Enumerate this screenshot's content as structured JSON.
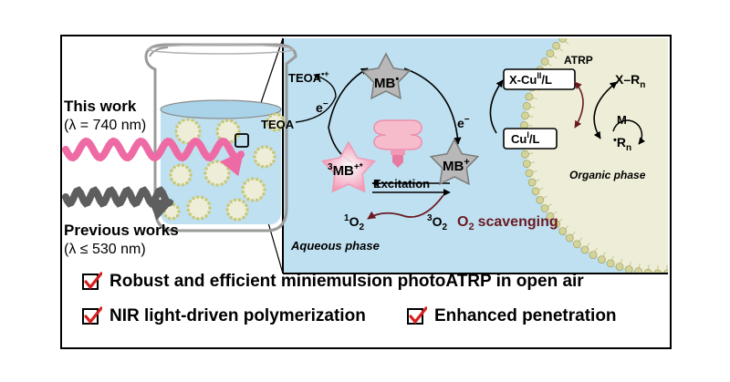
{
  "left": {
    "this_work": "This work",
    "this_work_wavelength": "(λ = 740 nm)",
    "previous_works": "Previous works",
    "previous_works_wavelength": "(λ ≤ 530 nm)"
  },
  "aqueous": {
    "phase_label": "Aqueous phase",
    "teoa_radical": "TEOA",
    "teoa_radical_charge": "•+",
    "teoa": "TEOA",
    "electron_left": "e",
    "electron_right": "e",
    "electron_sign": "−",
    "mb_radical": "MB",
    "mb_radical_dot": "•",
    "mb_plus": "MB",
    "mb_plus_charge": "+",
    "triplet_mb": "MB",
    "triplet_sup": "3",
    "triplet_charge": "+*",
    "excitation": "Excitation",
    "singlet_o2": "O",
    "singlet_sup": "1",
    "triplet_o2": "O",
    "triplet_o2_sup": "3",
    "o2_sub": "2",
    "o2_scavenging_o": "O",
    "o2_scavenging_sub": "2",
    "o2_scavenging": "scavenging"
  },
  "organic": {
    "phase_label": "Organic phase",
    "atrp": "ATRP",
    "cu2_prefix": "X-Cu",
    "cu2_sup": "II",
    "cu2_suffix": "/L",
    "cu1_prefix": "Cu",
    "cu1_sup": "I",
    "cu1_suffix": "/L",
    "xr": "X–R",
    "xr_sub": "n",
    "monomer": "M",
    "rn": "R",
    "rn_sub": "n",
    "rn_dot": "•"
  },
  "checks": {
    "item1": "Robust and efficient miniemulsion photoATRP in open air",
    "item2": "NIR light-driven polymerization",
    "item3": "Enhanced penetration"
  },
  "colors": {
    "water": "#bfe0f0",
    "organic": "#eeeed8",
    "star": "#b8b8b8",
    "pink_star": "#f7bccb",
    "pink_wave": "#ee6aa4",
    "gray_wave": "#5e5e5e",
    "dark_red": "#6b1a22",
    "check_red": "#d62020"
  }
}
